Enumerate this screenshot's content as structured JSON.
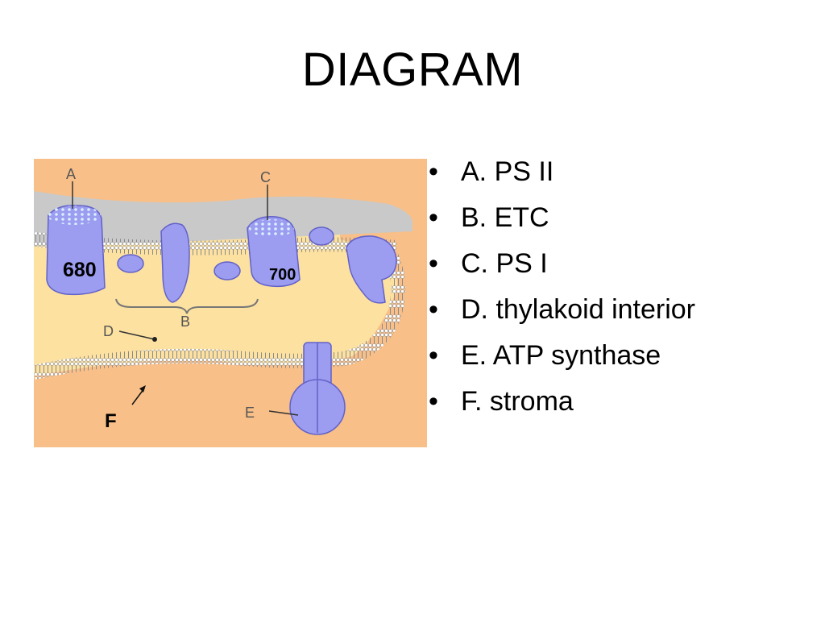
{
  "slide": {
    "title": "DIAGRAM"
  },
  "diagram": {
    "labels": {
      "a": "A",
      "b": "B",
      "c": "C",
      "d": "D",
      "e": "E",
      "f": "F",
      "ps2_wavelength": "680",
      "ps1_wavelength": "700"
    },
    "colors": {
      "background": "#f8bf88",
      "thylakoid_interior": "#fde1a0",
      "lumen_gray": "#c9c9c9",
      "protein": "#9c9cf0",
      "protein_outline": "#6262c8",
      "membrane_head": "#ffffff",
      "membrane_line": "#8a8a8a"
    }
  },
  "legend": {
    "bullet": "•",
    "items": [
      "A. PS II",
      "B. ETC",
      "C. PS I",
      "D. thylakoid interior",
      "E. ATP synthase",
      "F. stroma"
    ]
  }
}
